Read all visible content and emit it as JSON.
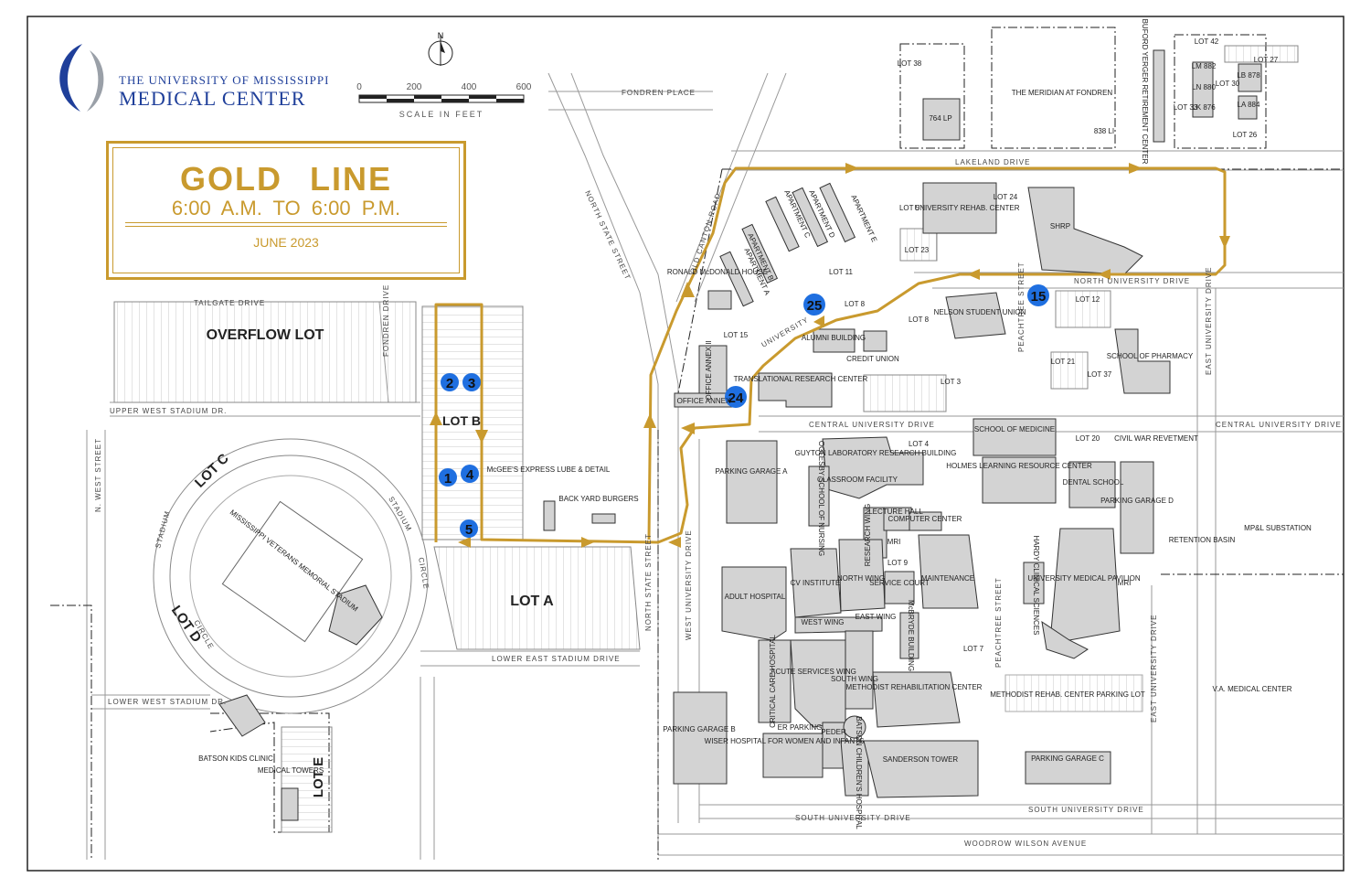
{
  "header": {
    "org_line1": "THE UNIVERSITY OF MISSISSIPPI",
    "org_line2": "MEDICAL CENTER",
    "north": "N",
    "scale_ticks": [
      "0",
      "200",
      "400",
      "600"
    ],
    "scale_label": "SCALE IN FEET"
  },
  "route": {
    "name": "GOLD LINE",
    "hours": "6:00 A.M.  TO  6:00 P.M.",
    "date": "JUNE 2023",
    "color": "#c99a2e"
  },
  "stops": [
    "1",
    "2",
    "3",
    "4",
    "5",
    "15",
    "24",
    "25"
  ],
  "stop_color": "#1f6fe0",
  "parking_labels": {
    "overflow": "OVERFLOW LOT",
    "lot_a": "LOT A",
    "lot_b": "LOT B",
    "lot_c": "LOT C",
    "lot_d": "LOT D",
    "lot_e": "LOT E",
    "lot_3": "LOT 3",
    "lot_4": "LOT 4",
    "lot_5": "LOT 5",
    "lot_8": "LOT 8",
    "lot_9": "LOT 9",
    "lot_11": "LOT 11",
    "lot_12": "LOT 12",
    "lot_15": "LOT 15",
    "lot_20": "LOT 20",
    "lot_21": "LOT 21",
    "lot_23": "LOT 23",
    "lot_24": "LOT 24",
    "lot_26": "LOT 26",
    "lot_27": "LOT 27",
    "lot_30": "LOT 30",
    "lot_33": "LOT 33",
    "lot_37": "LOT 37",
    "lot_38": "LOT 38",
    "lot_42": "LOT 42",
    "lot_7": "LOT 7",
    "lot_8b": "LOT 8",
    "garage_a": "PARKING GARAGE A",
    "garage_b": "PARKING GARAGE B",
    "garage_c": "PARKING GARAGE C",
    "garage_d": "PARKING GARAGE D",
    "methodist_lot": "METHODIST REHAB. CENTER PARKING LOT",
    "er_parking": "ER PARKING",
    "lp764": "764 LP",
    "li838": "838 LI",
    "lm882": "LM 882",
    "ln880": "LN 880",
    "lk876": "LK 876",
    "lb878": "LB 878",
    "la884": "LA 884"
  },
  "streets": {
    "tailgate": "TAILGATE DRIVE",
    "upper_west_stadium": "UPPER WEST STADIUM DR.",
    "lower_west_stadium": "LOWER WEST STADIUM DR.",
    "lower_east_stadium": "LOWER EAST STADIUM DRIVE",
    "n_west_street": "N. WEST STREET",
    "stadium_circle_1": "STADIUM",
    "stadium_circle_2": "CIRCLE",
    "stadium_circle_w": "STADIUM",
    "stadium_circle_w2": "CIRCLE",
    "fondren_place": "FONDREN PLACE",
    "north_state_1": "NORTH STATE STREET",
    "north_state_2": "NORTH STATE STREET",
    "old_canton": "OLD CANTON ROAD",
    "lakeland": "LAKELAND DRIVE",
    "north_university": "NORTH UNIVERSITY DRIVE",
    "central_university_1": "CENTRAL UNIVERSITY DRIVE",
    "central_university_2": "CENTRAL UNIVERSITY DRIVE",
    "west_university": "WEST UNIVERSITY DRIVE",
    "east_university_1": "EAST UNIVERSITY DRIVE",
    "east_university_2": "EAST UNIVERSITY DRIVE",
    "south_university_1": "SOUTH UNIVERSITY DRIVE",
    "south_university_2": "SOUTH UNIVERSITY DRIVE",
    "peachtree_1": "PEACHTREE STREET",
    "peachtree_2": "PEACHTREE STREET",
    "woodrow_wilson": "WOODROW WILSON AVENUE",
    "fondren_drive": "FONDREN DRIVE",
    "university": "UNIVERSITY"
  },
  "buildings": {
    "stadium": "MISSISSIPPI VETERANS MEMORIAL STADIUM",
    "mcgees": "McGEE'S EXPRESS LUBE & DETAIL",
    "back_yard": "BACK YARD BURGERS",
    "meridian": "THE MERIDIAN AT FONDREN",
    "buford": "BUFORD YERGER RETIREMENT CENTER",
    "rehab": "UNIVERSITY REHAB. CENTER",
    "shrp": "SHRP",
    "apt_a": "APARTMENT A",
    "apt_b": "APARTMENT B",
    "apt_c": "APARTMENT C",
    "apt_d": "APARTMENT D",
    "apt_e": "APARTMENT E",
    "ronald": "RONALD McDONALD HOUSE",
    "nelson": "NELSON STUDENT UNION",
    "alumni": "ALUMNI BUILDING",
    "credit": "CREDIT UNION",
    "pharmacy": "SCHOOL OF PHARMACY",
    "annex_ii": "OFFICE ANNEX II",
    "annex": "OFFICE ANNEX",
    "translational": "TRANSLATIONAL RESEARCH CENTER",
    "school_med": "SCHOOL OF MEDICINE",
    "guyton": "GUYTON LABORATORY RESEARCH BUILDING",
    "classroom": "CLASSROOM FACILITY",
    "holmes": "HOLMES LEARNING RESOURCE CENTER",
    "dental": "DENTAL SCHOOL",
    "civil_war": "CIVIL WAR REVETMENT",
    "oglesby": "OGLESBY SCHOOL OF NURSING",
    "lecture": "LECTURE HALL",
    "computer": "COMPUTER CENTER",
    "research_wing": "RESEARCH WING",
    "mri1": "MRI",
    "mri2": "MRI",
    "cv": "CV INSTITUTE",
    "north_wing": "NORTH WING",
    "service": "SERVICE COURT",
    "maintenance": "MAINTENANCE",
    "hardy": "HARDY CLINICAL SCIENCES",
    "pavilion": "UNIVERSITY MEDICAL PAVILION",
    "retention": "RETENTION BASIN",
    "substation": "MP&L SUBSTATION",
    "adult": "ADULT HOSPITAL",
    "west_wing": "WEST WING",
    "east_wing": "EAST WING",
    "mcbryde": "McBRYDE BUILDING",
    "acute": "ACUTE SERVICES WING",
    "critical": "CRITICAL CARE HOSPITAL",
    "south_wing": "SOUTH WING",
    "methodist": "METHODIST REHABILITATION CENTER",
    "va": "V.A. MEDICAL CENTER",
    "wiser": "WISER HOSPITAL FOR WOMEN AND INFANTS",
    "peder": "PEDER",
    "batson_hosp": "BATSON CHILDREN'S HOSPITAL",
    "sanderson": "SANDERSON TOWER",
    "batson_kids": "BATSON KIDS CLINIC",
    "medical_towers": "MEDICAL TOWERS"
  }
}
